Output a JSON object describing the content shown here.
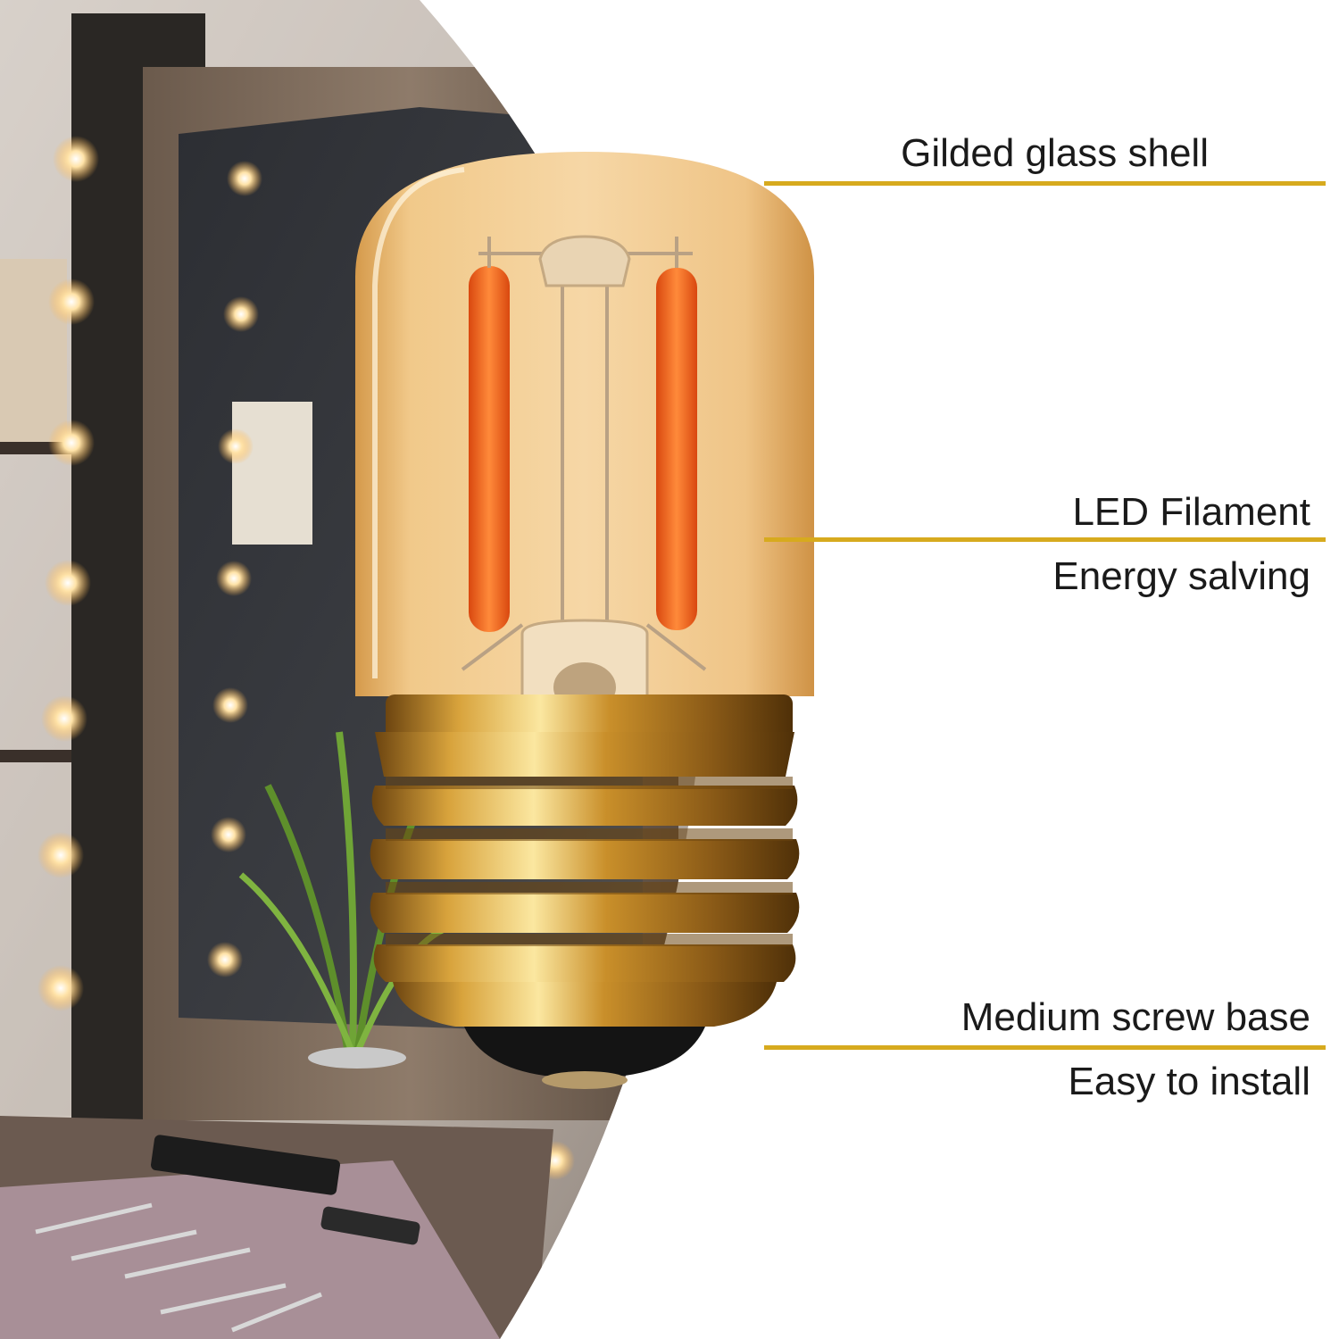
{
  "callouts": [
    {
      "title": "Gilded glass shell"
    },
    {
      "title": "LED Filament",
      "subtitle": "Energy salving"
    },
    {
      "title": "Medium screw base",
      "subtitle": "Easy to install"
    }
  ],
  "colors": {
    "accent_line": "#d7aa1e",
    "glass_amber": "#e9b566",
    "filament_orange": "#f2661c",
    "base_brass": "#c98f2a",
    "text": "#1a1a1a"
  }
}
